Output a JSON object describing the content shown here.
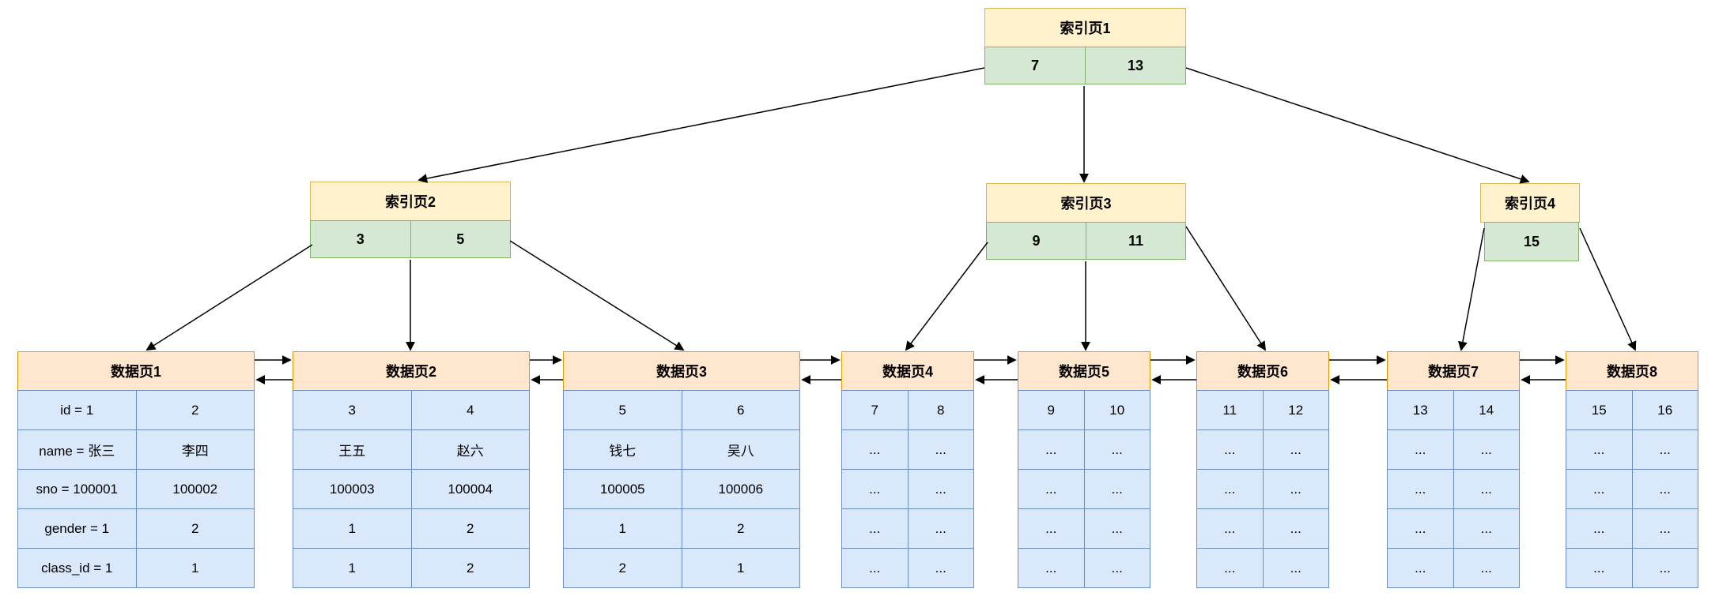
{
  "colors": {
    "index_header_bg": "#FFF2CC",
    "index_header_border": "#D6B656",
    "key_cell_bg": "#D5E8D4",
    "key_cell_border": "#82B366",
    "data_header_bg": "#FFE6CC",
    "data_header_border": "#D79B00",
    "data_cell_bg": "#DAE8FC",
    "data_cell_border": "#6C8EBF",
    "arrow": "#000000"
  },
  "index_pages": [
    {
      "title": "索引页1",
      "keys": [
        "7",
        "13"
      ]
    },
    {
      "title": "索引页2",
      "keys": [
        "3",
        "5"
      ]
    },
    {
      "title": "索引页3",
      "keys": [
        "9",
        "11"
      ]
    },
    {
      "title": "索引页4",
      "keys": [
        "15"
      ]
    }
  ],
  "data_pages": [
    {
      "title": "数据页1",
      "cells": [
        "id = 1",
        "2",
        "name = 张三",
        "李四",
        "sno = 100001",
        "100002",
        "gender = 1",
        "2",
        "class_id = 1",
        "1"
      ]
    },
    {
      "title": "数据页2",
      "cells": [
        "3",
        "4",
        "王五",
        "赵六",
        "100003",
        "100004",
        "1",
        "2",
        "1",
        "2"
      ]
    },
    {
      "title": "数据页3",
      "cells": [
        "5",
        "6",
        "钱七",
        "吴八",
        "100005",
        "100006",
        "1",
        "2",
        "2",
        "1"
      ]
    },
    {
      "title": "数据页4",
      "cells": [
        "7",
        "8",
        "...",
        "...",
        "...",
        "...",
        "...",
        "...",
        "...",
        "..."
      ]
    },
    {
      "title": "数据页5",
      "cells": [
        "9",
        "10",
        "...",
        "...",
        "...",
        "...",
        "...",
        "...",
        "...",
        "..."
      ]
    },
    {
      "title": "数据页6",
      "cells": [
        "11",
        "12",
        "...",
        "...",
        "...",
        "...",
        "...",
        "...",
        "...",
        "..."
      ]
    },
    {
      "title": "数据页7",
      "cells": [
        "13",
        "14",
        "...",
        "...",
        "...",
        "...",
        "...",
        "...",
        "...",
        "..."
      ]
    },
    {
      "title": "数据页8",
      "cells": [
        "15",
        "16",
        "...",
        "...",
        "...",
        "...",
        "...",
        "...",
        "...",
        "..."
      ]
    }
  ]
}
